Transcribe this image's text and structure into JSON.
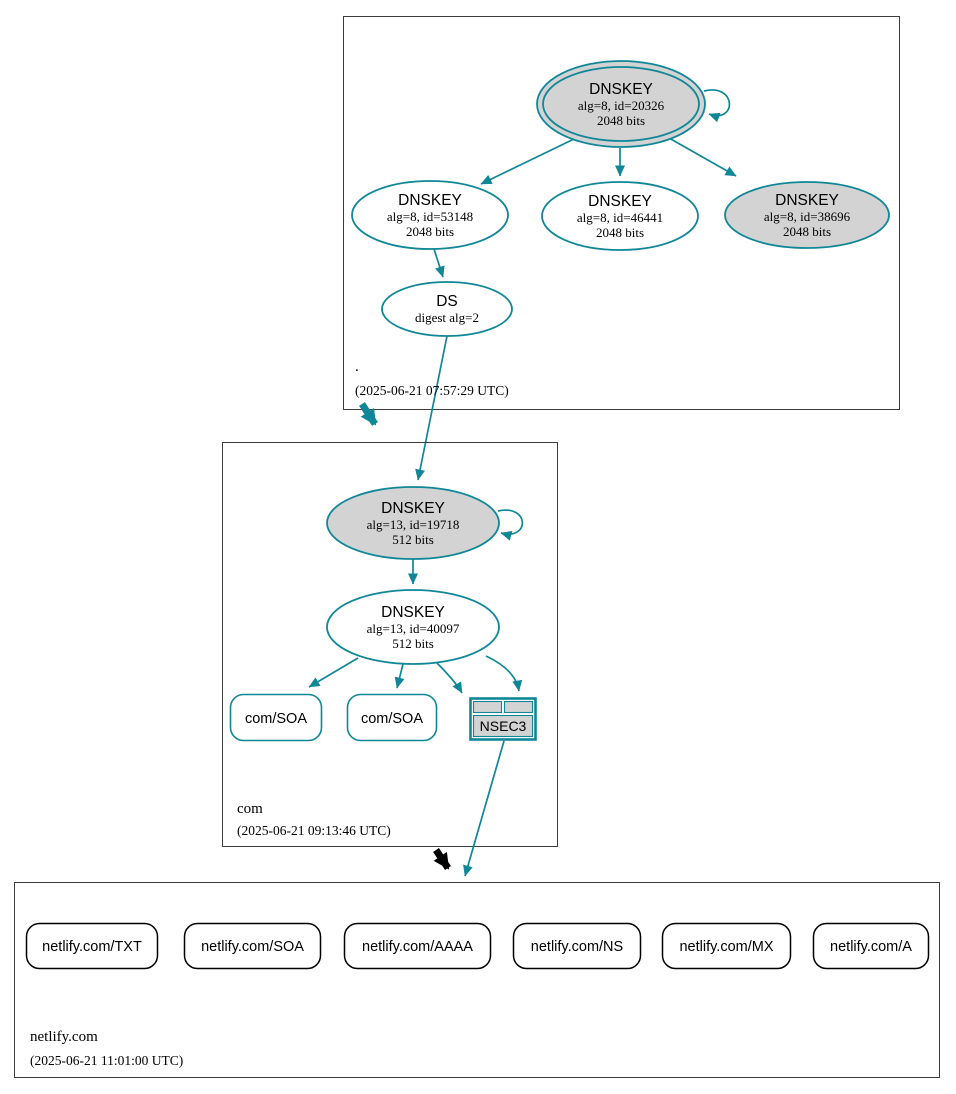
{
  "colors": {
    "edge_teal": "#0f8797",
    "node_fill_gray": "#d3d3d3",
    "black": "#000000"
  },
  "root_zone": {
    "name": ".",
    "timestamp": "(2025-06-21 07:57:29 UTC)",
    "ksk": {
      "type": "DNSKEY",
      "detail": "alg=8, id=20326",
      "bits": "2048 bits"
    },
    "zsk1": {
      "type": "DNSKEY",
      "detail": "alg=8, id=53148",
      "bits": "2048 bits"
    },
    "zsk2": {
      "type": "DNSKEY",
      "detail": "alg=8, id=46441",
      "bits": "2048 bits"
    },
    "zsk3": {
      "type": "DNSKEY",
      "detail": "alg=8, id=38696",
      "bits": "2048 bits"
    },
    "ds": {
      "type": "DS",
      "detail": "digest alg=2"
    }
  },
  "com_zone": {
    "name": "com",
    "timestamp": "(2025-06-21 09:13:46 UTC)",
    "ksk": {
      "type": "DNSKEY",
      "detail": "alg=13, id=19718",
      "bits": "512 bits"
    },
    "zsk": {
      "type": "DNSKEY",
      "detail": "alg=13, id=40097",
      "bits": "512 bits"
    },
    "soa1": "com/SOA",
    "soa2": "com/SOA",
    "nsec3": "NSEC3"
  },
  "netlify_zone": {
    "name": "netlify.com",
    "timestamp": "(2025-06-21 11:01:00 UTC)",
    "records": [
      "netlify.com/TXT",
      "netlify.com/SOA",
      "netlify.com/AAAA",
      "netlify.com/NS",
      "netlify.com/MX",
      "netlify.com/A"
    ]
  }
}
